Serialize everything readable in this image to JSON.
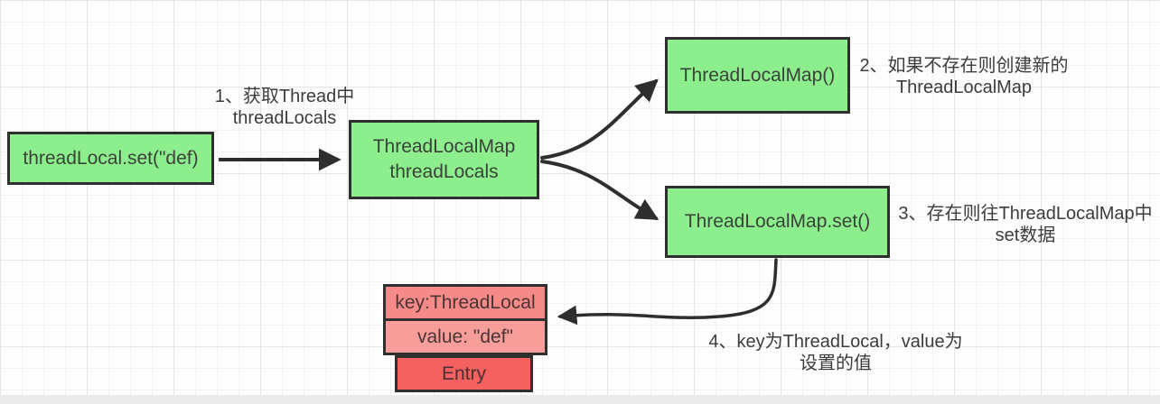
{
  "colors": {
    "node_green": "#8cee8c",
    "key_salmon": "#f58a88",
    "value_salmon_light": "#f79d9a",
    "entry_red": "#f56060",
    "border_dark": "#2f2f2f",
    "arrow_dark": "#2e2e2e",
    "annotation_text": "#3c3c3c"
  },
  "nodes": {
    "thread_local_set": {
      "label": "threadLocal.set(\"def)"
    },
    "thread_locals_map": {
      "line1": "ThreadLocalMap",
      "line2": "threadLocals"
    },
    "thread_local_map_ctor": {
      "label": "ThreadLocalMap()"
    },
    "thread_local_map_set": {
      "label": "ThreadLocalMap.set()"
    },
    "entry_key": {
      "label": "key:ThreadLocal"
    },
    "entry_value": {
      "label": "value: \"def\""
    },
    "entry": {
      "label": "Entry"
    }
  },
  "annotations": {
    "step1": {
      "line1": "1、获取Thread中",
      "line2": "threadLocals"
    },
    "step2": {
      "line1": "2、如果不存在则创建新的",
      "line2": "ThreadLocalMap"
    },
    "step3": {
      "line1": "3、存在则往ThreadLocalMap中",
      "line2": "set数据"
    },
    "step4": {
      "line1": "4、key为ThreadLocal，value为",
      "line2": "设置的值"
    }
  }
}
